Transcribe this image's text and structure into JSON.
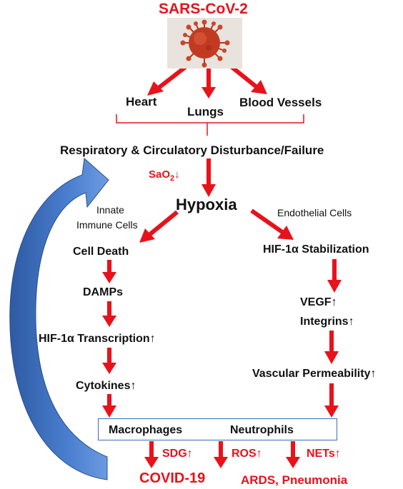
{
  "title": "SARS-CoV-2",
  "virus_icon": "coronavirus-icon",
  "organs": {
    "heart": "Heart",
    "lungs": "Lungs",
    "vessels": "Blood Vessels"
  },
  "disturbance": "Respiratory & Circulatory Disturbance/Failure",
  "sao2": {
    "base": "SaO",
    "sub": "2",
    "arrow": "↓"
  },
  "hypoxia": "Hypoxia",
  "left_branch": {
    "label_line1": "Innate",
    "label_line2": "Immune Cells",
    "steps": [
      "Cell Death",
      "DAMPs",
      "HIF-1α Transcription↑",
      "Cytokines↑"
    ]
  },
  "right_branch": {
    "label": "Endothelial  Cells",
    "steps": [
      "HIF-1α Stabilization",
      "VEGF↑",
      "Integrins↑",
      "Vascular Permeability↑"
    ]
  },
  "cells": {
    "macrophages": "Macrophages",
    "neutrophils": "Neutrophils"
  },
  "outputs": [
    "SDG↑",
    "ROS↑",
    "NETs↑"
  ],
  "outcome": {
    "main": "COVID-19",
    "sub": "ARDS, Pneumonia"
  },
  "colors": {
    "red": "#e8121b",
    "blue": "#3c6fb6",
    "text": "#111111"
  }
}
